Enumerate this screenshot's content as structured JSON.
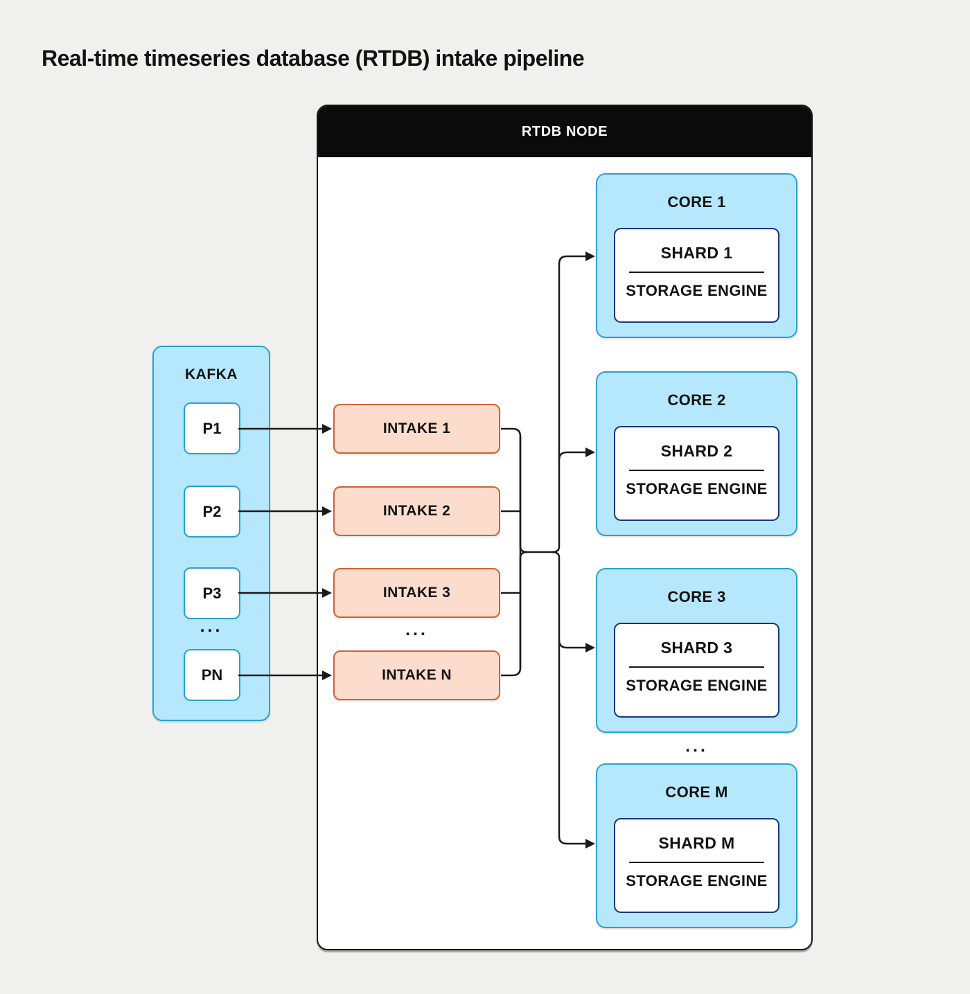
{
  "title": "Real-time timeseries database (RTDB) intake pipeline",
  "rtdb_node": {
    "header_label": "RTDB NODE"
  },
  "kafka": {
    "label": "KAFKA",
    "ellipsis": "...",
    "partitions": [
      {
        "label": "P1"
      },
      {
        "label": "P2"
      },
      {
        "label": "P3"
      },
      {
        "label": "PN"
      }
    ]
  },
  "intakes": {
    "ellipsis": "...",
    "items": [
      {
        "label": "INTAKE 1"
      },
      {
        "label": "INTAKE 2"
      },
      {
        "label": "INTAKE 3"
      },
      {
        "label": "INTAKE N"
      }
    ]
  },
  "cores": {
    "ellipsis": "...",
    "items": [
      {
        "label": "CORE 1",
        "shard_label": "SHARD 1",
        "engine_label": "STORAGE ENGINE"
      },
      {
        "label": "CORE 2",
        "shard_label": "SHARD 2",
        "engine_label": "STORAGE ENGINE"
      },
      {
        "label": "CORE 3",
        "shard_label": "SHARD 3",
        "engine_label": "STORAGE ENGINE"
      },
      {
        "label": "CORE M",
        "shard_label": "SHARD M",
        "engine_label": "STORAGE ENGINE"
      }
    ]
  },
  "colors": {
    "page-bg": "#f0f0ee",
    "header-bg": "#0b0b0b",
    "header-text": "#ffffff",
    "blue-fill": "#b5e8fc",
    "blue-border": "#2b9fd3",
    "navy-border": "#17357f",
    "peach-fill": "#fcdccd",
    "peach-border": "#d2622d",
    "line": "#1a1a1a",
    "text": "#121212",
    "box-bg": "#ffffff"
  }
}
